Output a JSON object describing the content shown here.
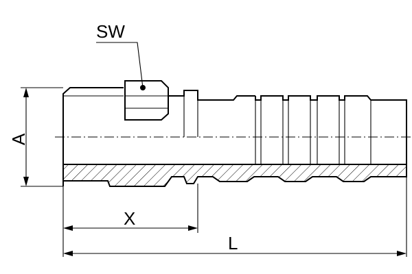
{
  "labels": {
    "sw": "SW",
    "a": "A",
    "x": "X",
    "l": "L"
  }
}
